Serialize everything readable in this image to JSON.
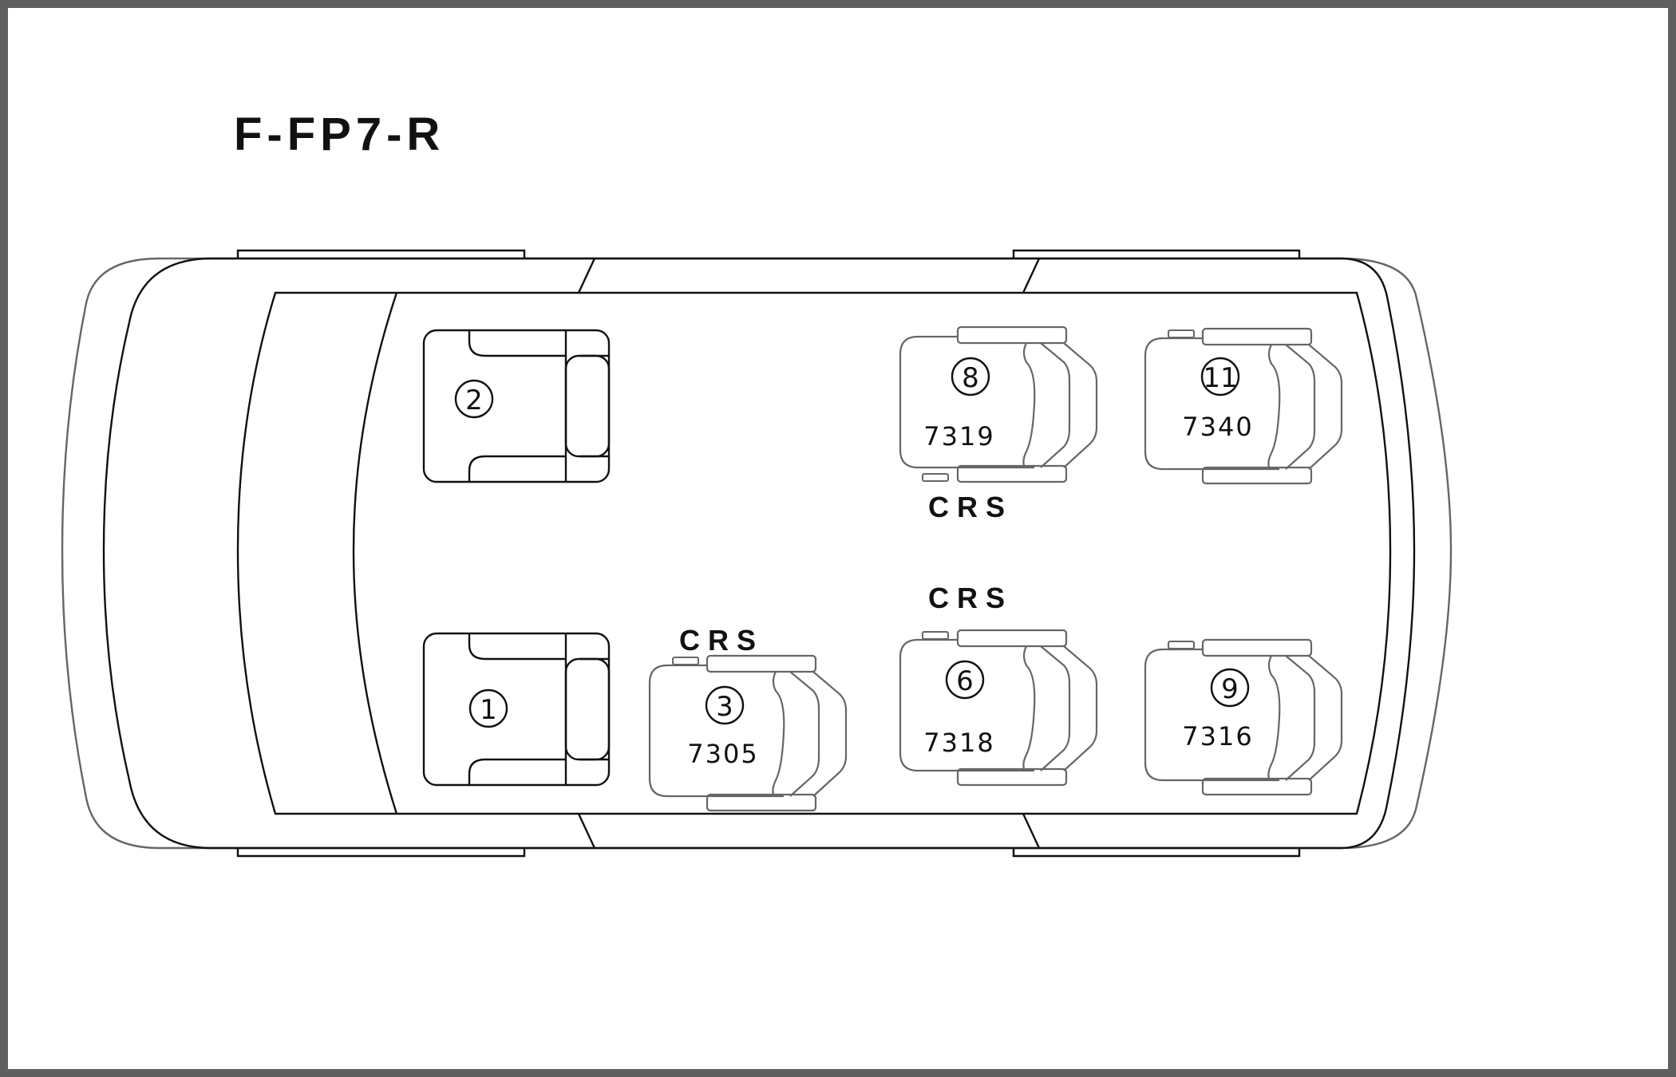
{
  "title": "F-FP7-R",
  "colors": {
    "frame": "#5f5f5f",
    "line": "#111111",
    "seat_line": "#666666",
    "background": "#ffffff"
  },
  "driver_seats": [
    {
      "number": "2"
    },
    {
      "number": "1"
    }
  ],
  "passenger_seats": [
    {
      "number": "8",
      "code": "7319"
    },
    {
      "number": "11",
      "code": "7340"
    },
    {
      "number": "3",
      "code": "7305"
    },
    {
      "number": "6",
      "code": "7318"
    },
    {
      "number": "9",
      "code": "7316"
    }
  ],
  "crs_labels": [
    "CRS",
    "CRS",
    "CRS"
  ]
}
